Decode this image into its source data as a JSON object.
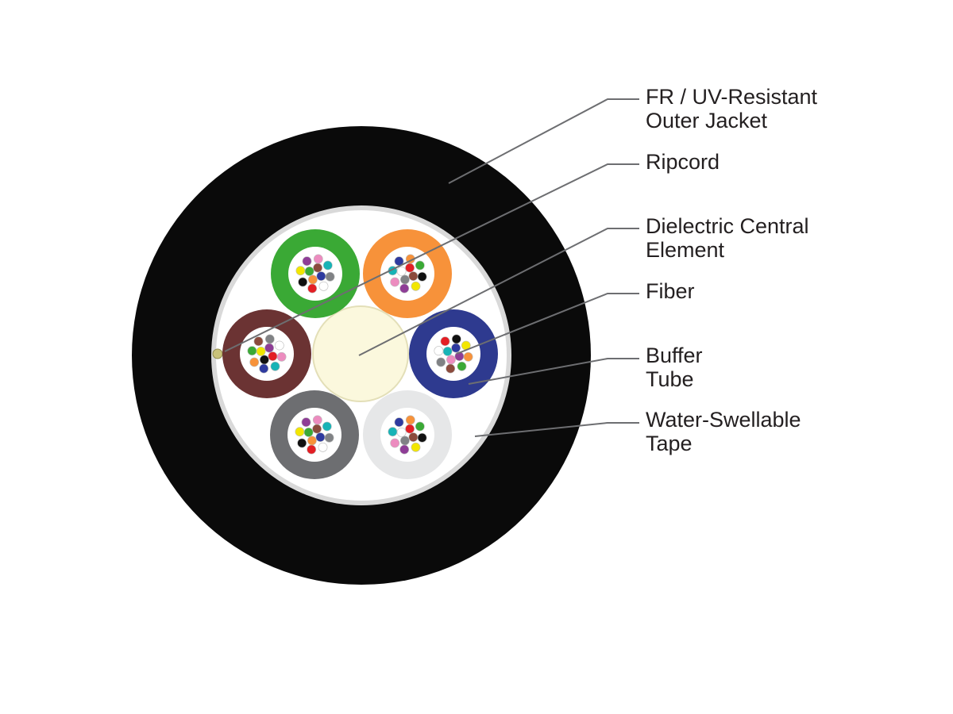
{
  "labels": {
    "jacket": [
      "FR / UV-Resistant",
      "Outer Jacket"
    ],
    "ripcord": [
      "Ripcord"
    ],
    "central": [
      "Dielectric Central",
      "Element"
    ],
    "fiber": [
      "Fiber"
    ],
    "buffer": [
      "Buffer",
      "Tube"
    ],
    "tape": [
      "Water-Swellable",
      "Tape"
    ]
  },
  "colors": {
    "jacket": "#0a0a0a",
    "tape": "#d9d9d9",
    "core_fill": "#ffffff",
    "central_element": "#fbf8dd",
    "tube_green": "#3aa935",
    "tube_orange": "#f7923a",
    "tube_brown": "#6b3333",
    "tube_blue": "#2e3a8f",
    "tube_gray": "#6d6e71",
    "tube_white": "#e6e7e8",
    "fiber_colors": [
      "#2e3a9f",
      "#f7923a",
      "#3aa935",
      "#8b4a3c",
      "#808285",
      "#ffffff",
      "#e31e24",
      "#111111",
      "#f2e600",
      "#8e3d96",
      "#ec8cbf",
      "#17b3b6"
    ]
  }
}
